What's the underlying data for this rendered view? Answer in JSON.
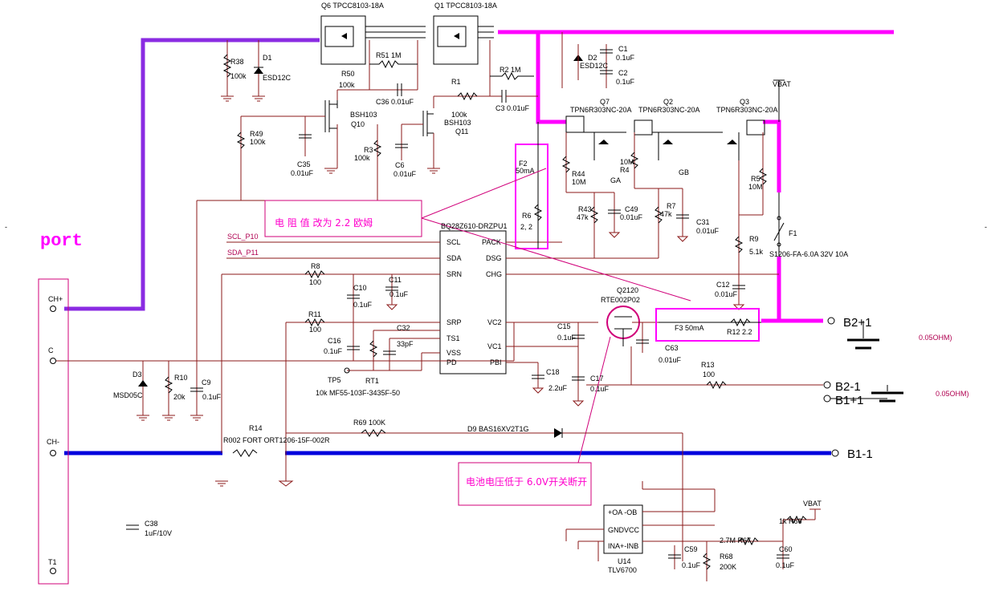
{
  "labels": {
    "port": "port",
    "q6": "Q6  TPCC8103-18A",
    "q1": "Q1  TPCC8103-18A",
    "r38": "R38",
    "r38v": "100k",
    "d1": "D1",
    "d1v": "ESD12C",
    "r51": "R51 1M",
    "r50": "R50",
    "r50v": "100k",
    "c36": "C36  0.01uF",
    "r1": "R1",
    "r1v": "100k",
    "r2": "R2   1M",
    "c3": "C3   0.01uF",
    "d2": "D2",
    "d2v": "ESD12C",
    "c1": "C1",
    "c1v": "0.1uF",
    "c2": "C2",
    "c2v": "0.1uF",
    "bsh103a": "BSH103",
    "q10": "Q10",
    "bsh103b": "BSH103",
    "q11": "Q11",
    "r49": "R49",
    "r49v": "100k",
    "c35": "C35",
    "c35v": "0.01uF",
    "r3": "R3",
    "r3v": "100k",
    "c6": "C6",
    "c6v": "0.01uF",
    "q7": "Q7",
    "q7v": "TPN6R303NC-20A",
    "q2": "Q2",
    "q2v": "TPN6R303NC-20A",
    "q3": "Q3",
    "q3v": "TPN6R303NC-20A",
    "vbat1": "VBAT",
    "f2": "F2",
    "f2v": "50mA",
    "r6": "R6",
    "r6v": "2, 2",
    "note1": "电 阻 值  改为 2.2  欧姆",
    "r44": "R44",
    "r44v": "10M",
    "r4": "10M",
    "r4n": "R4",
    "ga": "GA",
    "gb": "GB",
    "r5": "R5",
    "r5v": "10M",
    "r43": "R43",
    "r43v": "47k",
    "c49": "C49",
    "c49v": "0.01uF",
    "r7": "R7",
    "r7v": "47k",
    "c31": "C31",
    "c31v": "0.01uF",
    "f1": "F1",
    "f1v": "S1206-FA-6.0A  32V 10A",
    "r9": "R9",
    "r9v": "5.1k",
    "ic": "BQ28Z610-DRZPU1",
    "scl_p10": "SCL_P10",
    "sda_p11": "SDA_P11",
    "pins": [
      "SCL",
      "SDA",
      "SRN",
      "SRP",
      "TS1",
      "VSS",
      "PD",
      "PACK",
      "DSG",
      "CHG",
      "VC2",
      "VC1",
      "PBI"
    ],
    "r8": "R8",
    "r8v": "100",
    "c10": "C10",
    "c10v": "0.1uF",
    "c11": "C11",
    "c11v": "0.1uF",
    "r11": "R11",
    "r11v": "100",
    "c32": "C32",
    "c16": "C16",
    "c16v": "0.1uF",
    "c33p": "33pF",
    "rt1": "RT1",
    "tp5": "TP5",
    "ntc": "10k  MF55-103F-3435F-50",
    "c12": "C12",
    "c12v": "0.01uF",
    "q2120": "Q2120",
    "rte": "RTE002P02",
    "f3": "F3  50mA",
    "r12": "R12 2.2",
    "c15": "C15",
    "c15v": "0.1uF",
    "c63": "C63",
    "c63v": "0.01uF",
    "c18": "C18",
    "c18v": "2.2uF",
    "c17": "C17",
    "c17v": "0.1uF",
    "r13": "R13",
    "r13v": "100",
    "b2p": "B2+1",
    "b2m": "B2-1",
    "b1p": "B1+1",
    "b1m": "B1-1",
    "ohm1": "0.05OHM)",
    "ohm2": "0.05OHM)",
    "ch_plus": "CH+",
    "c_pin": "C",
    "ch_minus": "CH-",
    "t1": "T1",
    "d3": "D3",
    "d3v": "MSD05C",
    "r10": "R10",
    "r10v": "20k",
    "c9": "C9",
    "c9v": "0.1uF",
    "r14": "R14",
    "r14v": "R002 FORT ORT1206-15F-002R",
    "r69": "R69 100K",
    "d9": "D9   BAS16XV2T1G",
    "note2": "电池电压低于 6.0V开关断开",
    "c38": "C38",
    "c38v": "1uF/10V",
    "u14pins": [
      "+OA  -OB",
      "GNDVCC",
      "INA+-INB"
    ],
    "u14": "U14",
    "u14v": "TLV6700",
    "vbat2": "VBAT",
    "r66": "1k  R66",
    "r67": "2.7M    R67",
    "r68": "R68",
    "r68v": "200K",
    "c59": "C59",
    "c59v": "0.1uF",
    "c60": "C60",
    "c60v": "0.1uF",
    "dash": "-"
  },
  "colors": {
    "wire": "#8b1a1a",
    "highlight_pack": "#ff00ff",
    "charge_path": "#8a2be2",
    "ground_path": "#0000dd",
    "annotation": "#d0007a"
  }
}
